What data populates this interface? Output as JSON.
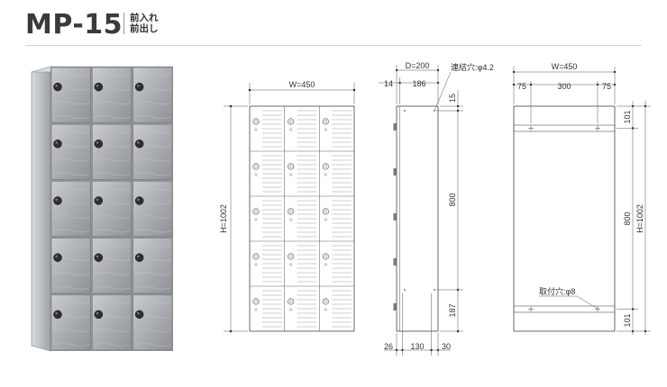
{
  "header": {
    "model": "MP-15",
    "sub1": "前入れ",
    "sub2": "前出し"
  },
  "product": {
    "columns": 3,
    "rows": 5,
    "color": "#a9adb1"
  },
  "front_view": {
    "width_label": "W=450",
    "height_label": "H=1002"
  },
  "side_view": {
    "depth_label": "D=200",
    "top_dims": [
      "14",
      "186"
    ],
    "hole_label": "連結穴:φ4.2",
    "right_dims": [
      "15",
      "800",
      "187"
    ],
    "bottom_dims": [
      "26",
      "130",
      "30"
    ]
  },
  "back_view": {
    "width_label": "W=450",
    "top_dims": [
      "75",
      "300",
      "75"
    ],
    "right_dims": [
      "101",
      "800",
      "101"
    ],
    "height_label": "H=1002",
    "hole_label": "取付穴:φ8"
  }
}
